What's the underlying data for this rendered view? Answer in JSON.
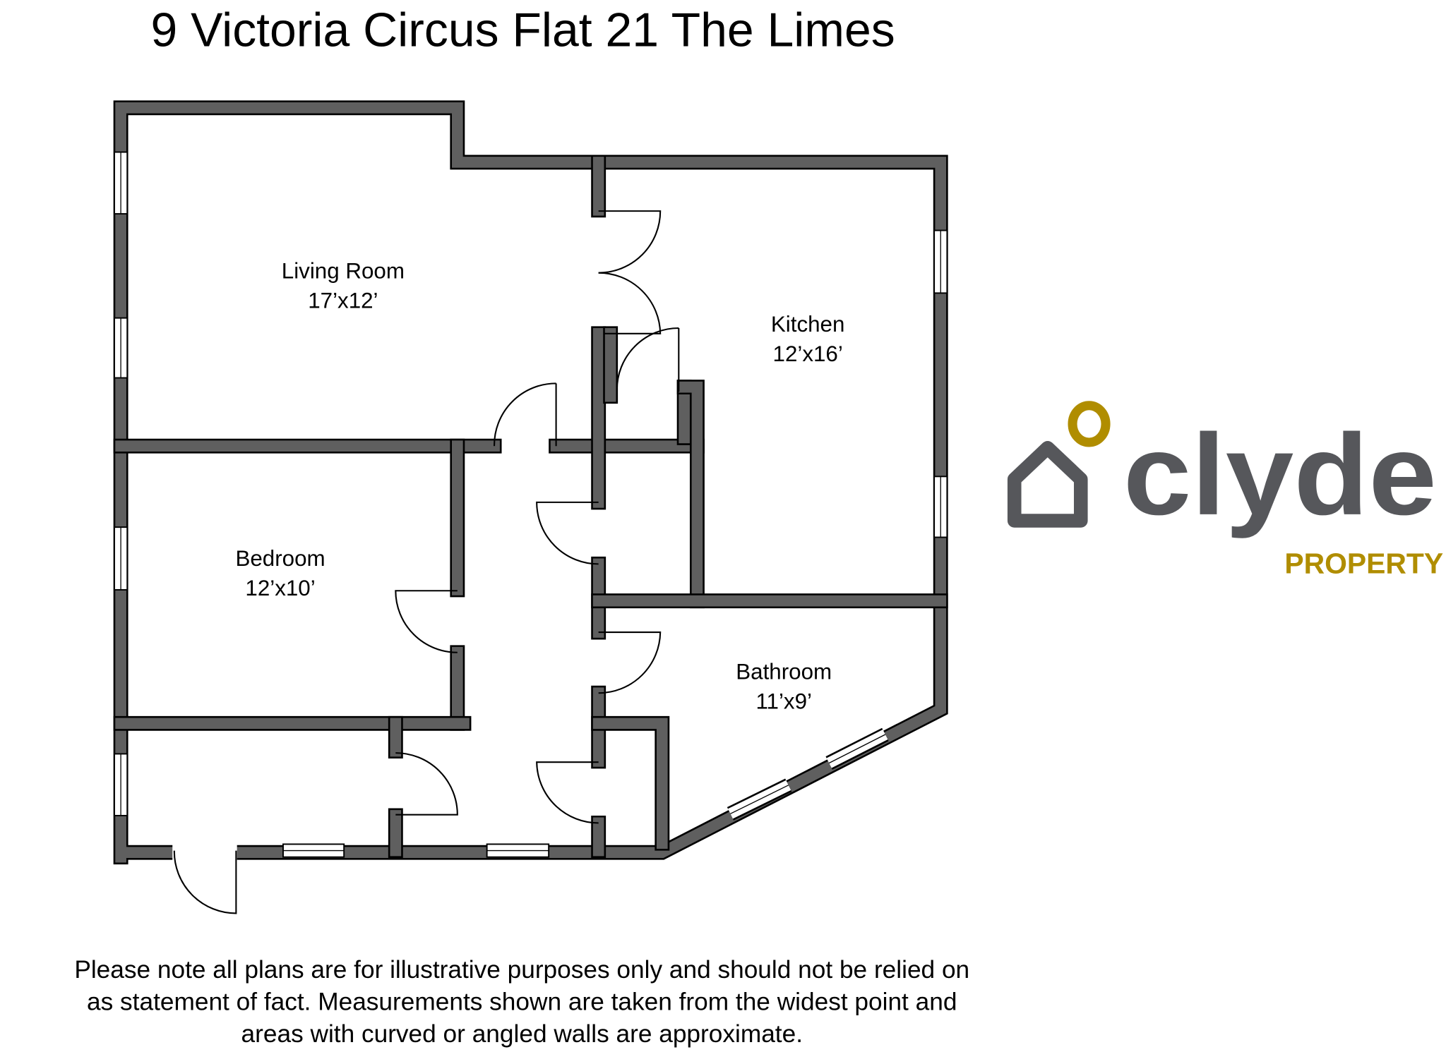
{
  "title": "9 Victoria Circus Flat 21 The Limes",
  "rooms": [
    {
      "name": "Living Room",
      "size": "17’x12’"
    },
    {
      "name": "Kitchen",
      "size": "12’x16’"
    },
    {
      "name": "Bedroom",
      "size": "12’x10’"
    },
    {
      "name": "Bathroom",
      "size": "11’x9’"
    }
  ],
  "logo": {
    "name": "clyde",
    "sub": "PROPERTY",
    "colors": {
      "gray": "#56575b",
      "gold": "#b08d00"
    }
  },
  "disclaimer": [
    "Please note all plans are for illustrative purposes only and should not be relied on",
    "as statement of fact. Measurements shown are taken from the widest point and",
    "areas with curved or angled walls are approximate."
  ]
}
